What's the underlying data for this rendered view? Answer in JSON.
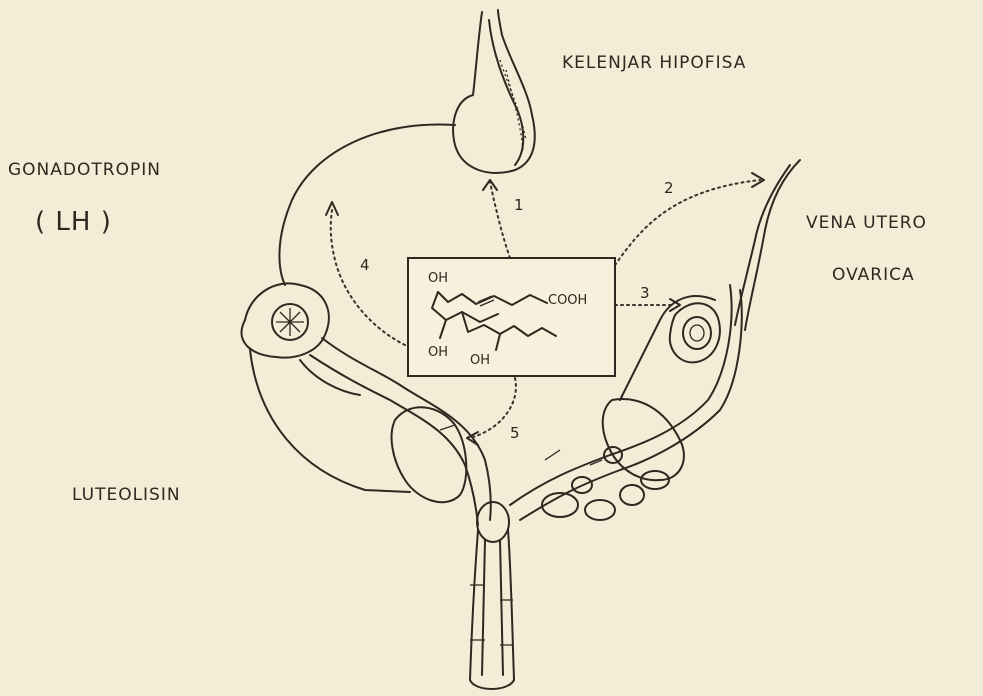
{
  "labels": {
    "kelenjar": "KELENJAR  HIPOFISA",
    "gonadotropin": "GONADOTROPIN",
    "lh": "( LH )",
    "vena_line1": "VENA UTERO",
    "vena_line2": "OVARICA",
    "luteolisin": "LUTEOLISIN"
  },
  "steps": [
    "1",
    "2",
    "3",
    "4",
    "5"
  ],
  "molecule": {
    "oh_top": "OH",
    "cooh": "COOH",
    "oh_bottom_left": "OH",
    "oh_bottom_right": "OH"
  }
}
